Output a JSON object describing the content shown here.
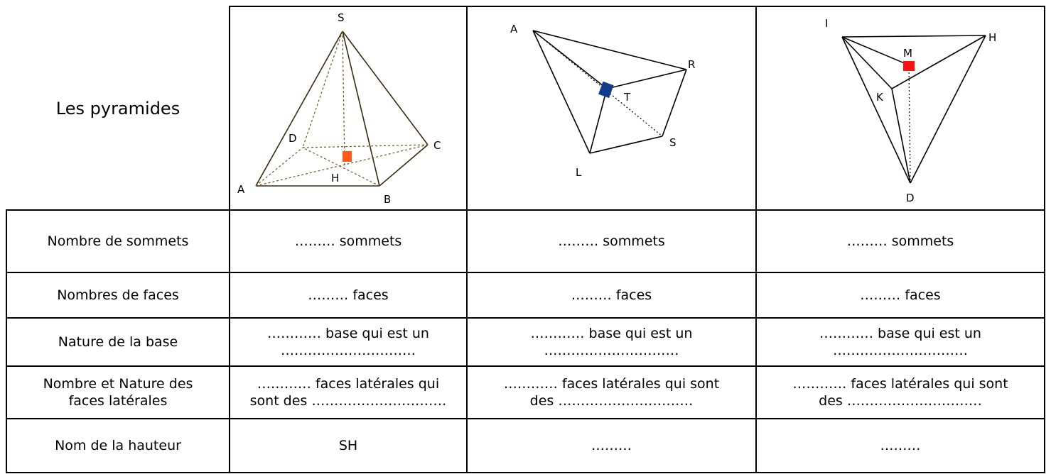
{
  "table": {
    "title": "Les pyramides",
    "row_headers": [
      [
        "Nombre de sommets"
      ],
      [
        "Nombres de faces"
      ],
      [
        "Nature de la base"
      ],
      [
        "Nombre et Nature des",
        "faces latérales"
      ],
      [
        "Nom de la hauteur"
      ]
    ],
    "columns": [
      {
        "cells": [
          [
            "……… sommets"
          ],
          [
            "……… faces"
          ],
          [
            "………… base qui est un",
            "…………………………"
          ],
          [
            "………… faces latérales qui",
            "sont des …………………………"
          ],
          [
            "SH"
          ]
        ]
      },
      {
        "cells": [
          [
            "……… sommets"
          ],
          [
            "……… faces"
          ],
          [
            "………… base qui est un",
            "…………………………"
          ],
          [
            "………… faces latérales qui sont",
            "des …………………………"
          ],
          [
            "………"
          ]
        ]
      },
      {
        "cells": [
          [
            "……… sommets"
          ],
          [
            "……… faces"
          ],
          [
            "………… base qui est un",
            "…………………………"
          ],
          [
            "………… faces latérales qui sont",
            "des …………………………"
          ],
          [
            "………"
          ]
        ]
      }
    ]
  },
  "figures": {
    "pyramid1": {
      "labels": {
        "S": "S",
        "A": "A",
        "B": "B",
        "C": "C",
        "D": "D",
        "H": "H"
      }
    },
    "pyramid2": {
      "labels": {
        "A": "A",
        "R": "R",
        "T": "T",
        "S": "S",
        "L": "L"
      }
    },
    "pyramid3": {
      "labels": {
        "I": "I",
        "H": "H",
        "M": "M",
        "K": "K",
        "D": "D"
      }
    }
  },
  "colors": {
    "foot_mark_1": "#ff5a1a",
    "foot_mark_2": "#123b8a",
    "foot_mark_3": "#ff1010",
    "edge": "#000000"
  }
}
